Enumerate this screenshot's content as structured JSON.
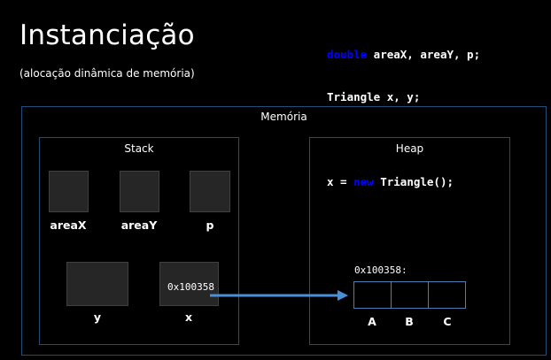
{
  "slide": {
    "title": "Instanciação",
    "subtitle": "(alocação dinâmica de memória)"
  },
  "code": {
    "line1": {
      "kw": "double",
      "rest": " areaX, areaY, p;"
    },
    "line2": "Triangle x, y;",
    "line3": {
      "pre": "x = ",
      "kw": "new",
      "post": " Triangle();"
    }
  },
  "memory": {
    "label": "Memória",
    "stack": {
      "label": "Stack",
      "vars": [
        {
          "name": "areaX",
          "value": ""
        },
        {
          "name": "areaY",
          "value": ""
        },
        {
          "name": "p",
          "value": ""
        },
        {
          "name": "y",
          "value": ""
        },
        {
          "name": "x",
          "value": "0x100358"
        }
      ]
    },
    "heap": {
      "label": "Heap",
      "address": "0x100358:",
      "fields": [
        "A",
        "B",
        "C"
      ]
    }
  },
  "colors": {
    "background": "#000000",
    "keyword": "#0000ff",
    "frame_border": "#1f4e79",
    "arrow": "#4a90d9",
    "cell_fill": "#262626"
  }
}
